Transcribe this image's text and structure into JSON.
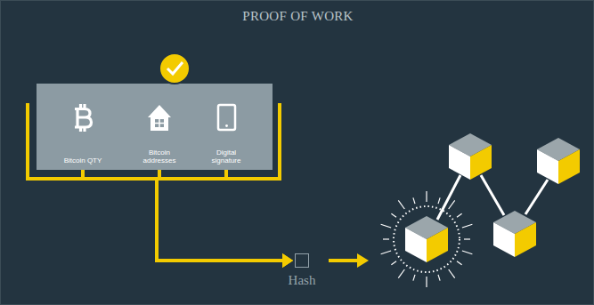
{
  "diagram": {
    "title": "PROOF OF WORK",
    "nodes": [
      {
        "text": [
          "Bitcoin QTY"
        ]
      },
      {
        "text": [
          "Bitcoin addresses"
        ]
      },
      {
        "text": [
          "Digital signature"
        ]
      },
      {
        "text": [
          "Hash"
        ]
      }
    ],
    "edges": [
      {
        "from": 0,
        "to": 3,
        "arrow": "to"
      },
      {
        "from": 1,
        "to": 3,
        "arrow": "to"
      },
      {
        "from": 2,
        "to": 3,
        "arrow": "to"
      }
    ]
  }
}
